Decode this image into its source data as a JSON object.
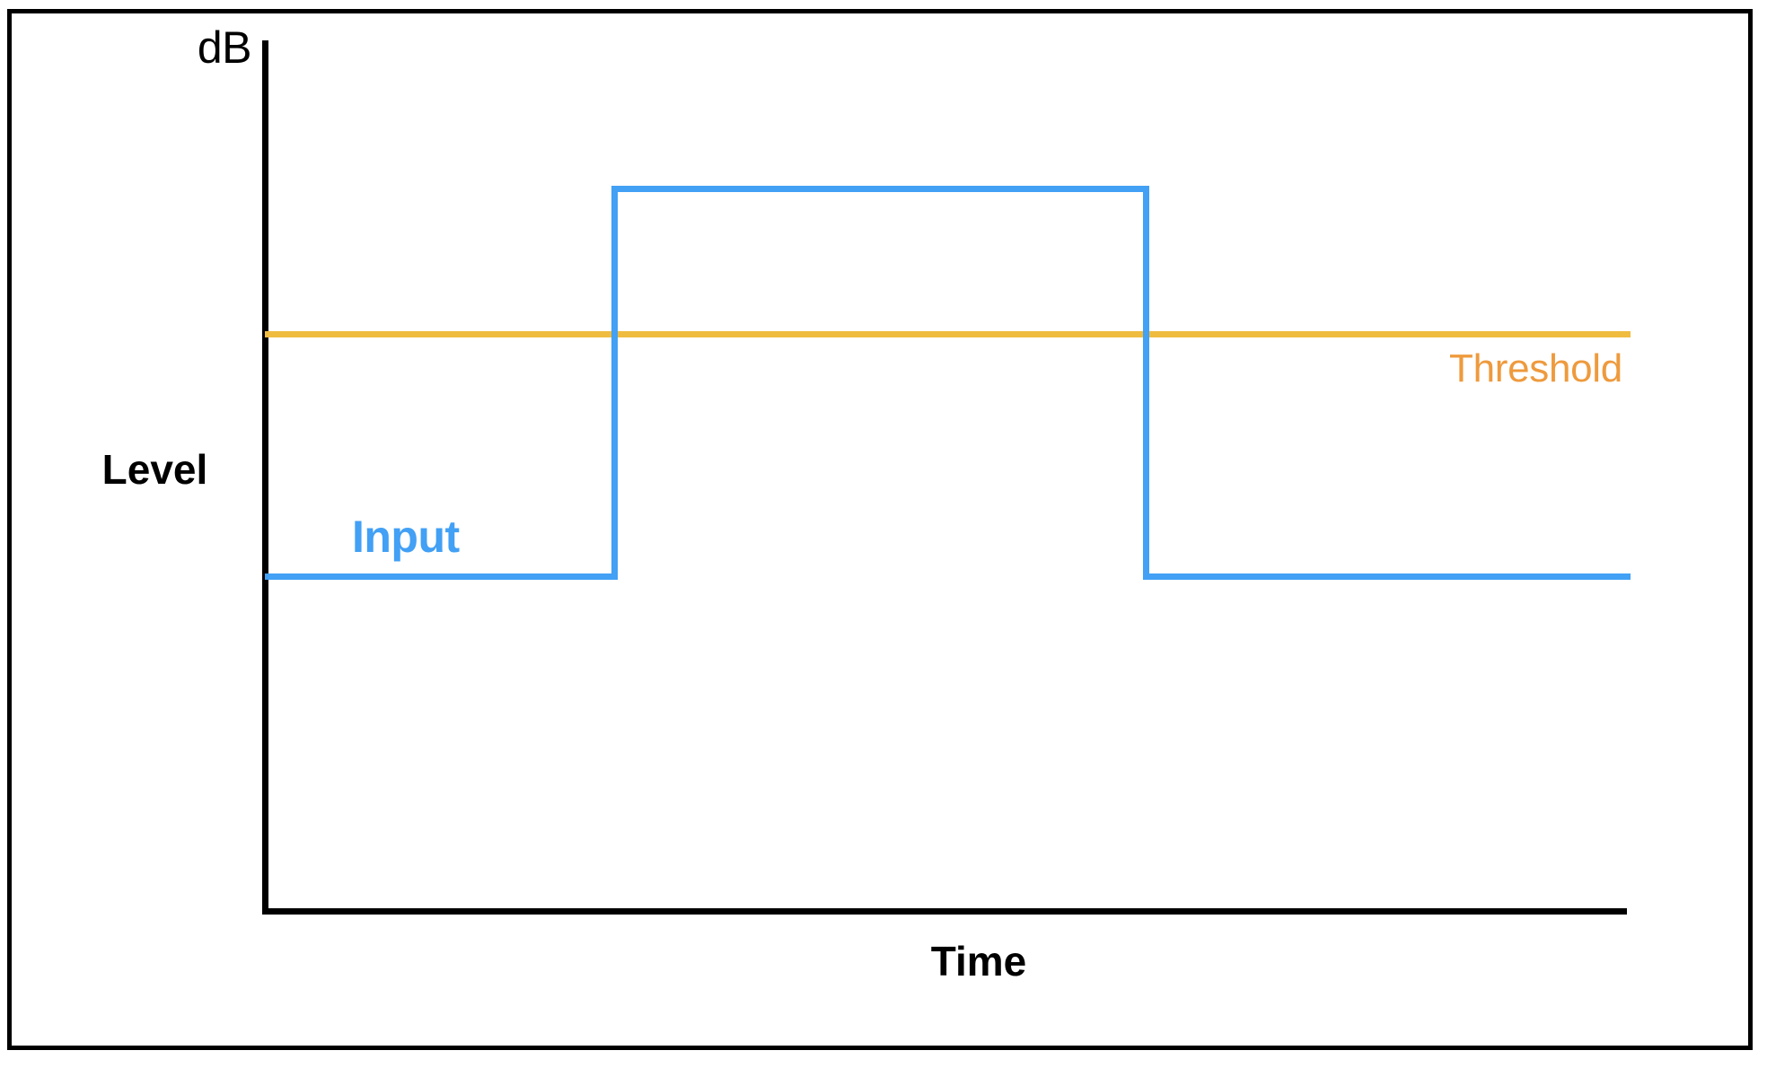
{
  "chart_data": {
    "type": "line",
    "title": "",
    "subtitle": "",
    "xlabel": "Time",
    "ylabel": "Level",
    "yunit_label": "dB",
    "grid": false,
    "legend_position": "inline-annotations",
    "xlim": [
      0,
      100
    ],
    "ylim": [
      0,
      100
    ],
    "axis_ticks": {
      "x": [],
      "y": []
    },
    "series": [
      {
        "name": "Input",
        "color": "#42A0F5",
        "label_color": "#42A0F5",
        "style": "step",
        "annotation": "Input",
        "x": [
          0,
          25.8,
          25.8,
          64.5,
          64.5,
          100
        ],
        "values": [
          17,
          17,
          60,
          60,
          17,
          17
        ],
        "low_level": 17,
        "high_level": 60
      },
      {
        "name": "Threshold",
        "color": "#EFBC40",
        "label_color": "#EE9A3D",
        "style": "constant",
        "annotation": "Threshold",
        "x": [
          0,
          100
        ],
        "values": [
          44,
          44
        ],
        "level": 44
      }
    ],
    "annotations": [
      {
        "text": "Input",
        "color": "#42A0F5",
        "bold": true
      },
      {
        "text": "Threshold",
        "color": "#EE9A3D",
        "bold": false
      },
      {
        "text": "dB",
        "color": "#000000",
        "bold": false
      },
      {
        "text": "Level",
        "color": "#000000",
        "bold": true
      },
      {
        "text": "Time",
        "color": "#000000",
        "bold": true
      }
    ]
  },
  "axes": {
    "y_unit": "dB",
    "y_title": "Level",
    "x_title": "Time"
  },
  "labels": {
    "input": "Input",
    "threshold": "Threshold"
  },
  "colors": {
    "input_line": "#42A0F5",
    "threshold_line": "#EFBC40",
    "threshold_text": "#EE9A3D",
    "axis": "#000000",
    "frame": "#000000",
    "background": "#FFFFFF"
  }
}
